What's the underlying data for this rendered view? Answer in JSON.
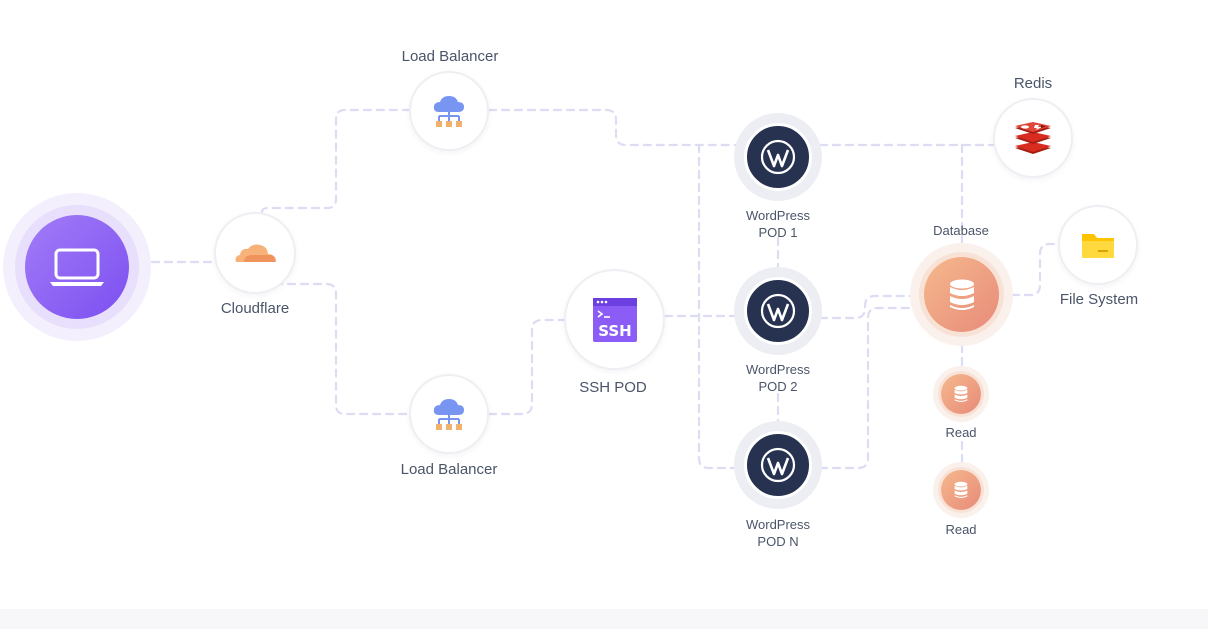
{
  "diagram": {
    "nodes": {
      "laptop": {
        "icon": "laptop-icon"
      },
      "cloudflare": {
        "label": "Cloudflare",
        "icon": "cloudflare-icon"
      },
      "load_balancer_top": {
        "label": "Load Balancer",
        "icon": "cloud-network-icon"
      },
      "load_balancer_bottom": {
        "label": "Load Balancer",
        "icon": "cloud-network-icon"
      },
      "ssh_pod": {
        "label": "SSH POD",
        "icon": "ssh-terminal-icon",
        "icon_text": "SSH"
      },
      "wp_pod_1": {
        "label_line1": "WordPress",
        "label_line2": "POD 1",
        "icon": "wordpress-icon"
      },
      "wp_pod_2": {
        "label_line1": "WordPress",
        "label_line2": "POD 2",
        "icon": "wordpress-icon"
      },
      "wp_pod_n": {
        "label_line1": "WordPress",
        "label_line2": "POD N",
        "icon": "wordpress-icon"
      },
      "redis": {
        "label": "Redis",
        "icon": "redis-icon"
      },
      "database": {
        "label": "Database",
        "icon": "database-icon"
      },
      "file_system": {
        "label": "File System",
        "icon": "folder-icon"
      },
      "read_1": {
        "label": "Read",
        "icon": "database-icon"
      },
      "read_2": {
        "label": "Read",
        "icon": "database-icon"
      }
    },
    "colors": {
      "connector": "#dcdcf4",
      "ring_border": "#eeeff3",
      "label_text": "#4a5568",
      "laptop_purple": "#8b5cf6",
      "wordpress_navy": "#273250",
      "database_orange": "#ef9d6f",
      "redis_red": "#d82c20",
      "folder_yellow": "#ffd200",
      "ssh_purple": "#8b5cf6",
      "cloud_blue": "#6f8df0",
      "cloudflare_orange": "#f4a360"
    }
  }
}
